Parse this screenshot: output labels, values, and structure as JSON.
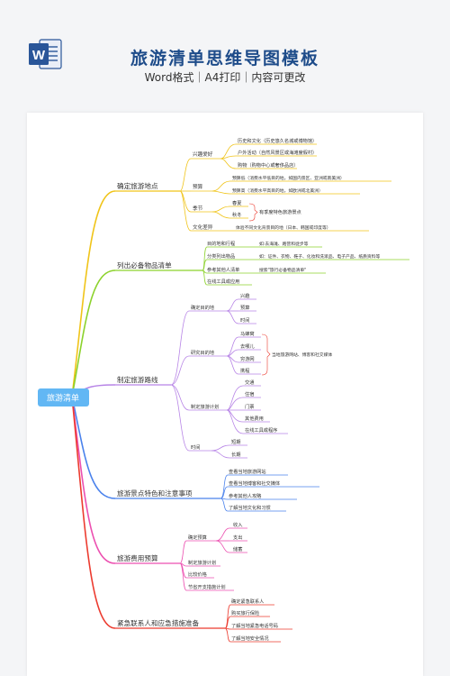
{
  "header": {
    "title": "旅游清单思维导图模板",
    "subtitle": "Word格式｜A4打印｜内容可更改",
    "logo_letter": "W"
  },
  "colors": {
    "brand": "#2a5699",
    "title": "#1e4c8a",
    "root": "#62b7f4",
    "b1": "#f0c419",
    "b2": "#8cd22c",
    "b3": "#b784e6",
    "b4": "#4a82ec",
    "b5": "#ec4fb0",
    "b6": "#ec3b2f"
  },
  "mindmap": {
    "root": "旅游清单",
    "b1": {
      "label": "确定旅游地点",
      "interest": "兴趣爱好",
      "history": "历史和文化（历史悠久名城或博物馆）",
      "outdoor": "户外活动（自然风景区或海滩度假村）",
      "shopping": "购物（购物中心或奢侈品店）",
      "budget": "预算",
      "budget_low": "预算低（消费水平低目的地，如国内景区、亚洲或南美洲）",
      "budget_high": "预算高（消费水平高目的地，如欧洲或北美洲）",
      "season": "季节",
      "spring_summer": "春夏",
      "autumn_winter": "秋冬",
      "season_note": "有季度特色旅游景点",
      "culture": "文化差异",
      "culture_note": "体验不同文化背景目的地（日本、韩国或印度等）"
    },
    "b2": {
      "label": "列出必备物品清单",
      "dest_plan": "目的地和行程",
      "dest_plan_note": "如:去海滩、路营和徒步等",
      "classify": "分类列出物品",
      "classify_note": "如：证件、衣物、鞋子、化妆和洗漱品、电子产品、纸质资料等",
      "refer": "参考其他人清单",
      "refer_note": "搜索\"旅行必备物品清单\"",
      "tools": "在线工具或应用"
    },
    "b3": {
      "label": "制定旅游路线",
      "dest": "确定目的地",
      "dest_items": [
        "兴趣",
        "预算",
        "时间"
      ],
      "research": "研究目的地",
      "research_items": [
        "马蜂窝",
        "去哪儿",
        "穷游网",
        "携程"
      ],
      "research_note": "当地旅游网站、博客和社交媒体",
      "plan": "制定旅游计划",
      "plan_items": [
        "交通",
        "住宿",
        "门票",
        "其他费用",
        "在线工具或程序"
      ],
      "time": "时间",
      "time_items": [
        "短期",
        "长期"
      ]
    },
    "b4": {
      "label": "旅游景点特色和注意事项",
      "items": [
        "查看当地旅游网站",
        "查看当地博客和社交媒体",
        "参考其他人攻略",
        "了解当地文化和习惯"
      ]
    },
    "b5": {
      "label": "旅游费用预算",
      "confirm": "确定预算",
      "confirm_items": [
        "收入",
        "支出",
        "储蓄"
      ],
      "items": [
        "制定旅游计划",
        "比较价格",
        "节省开支措施计划"
      ]
    },
    "b6": {
      "label": "紧急联系人和应急措施准备",
      "items": [
        "确定紧急联系人",
        "购买旅行保险",
        "了解当地紧急电话号码",
        "了解当地安全情况"
      ]
    }
  }
}
